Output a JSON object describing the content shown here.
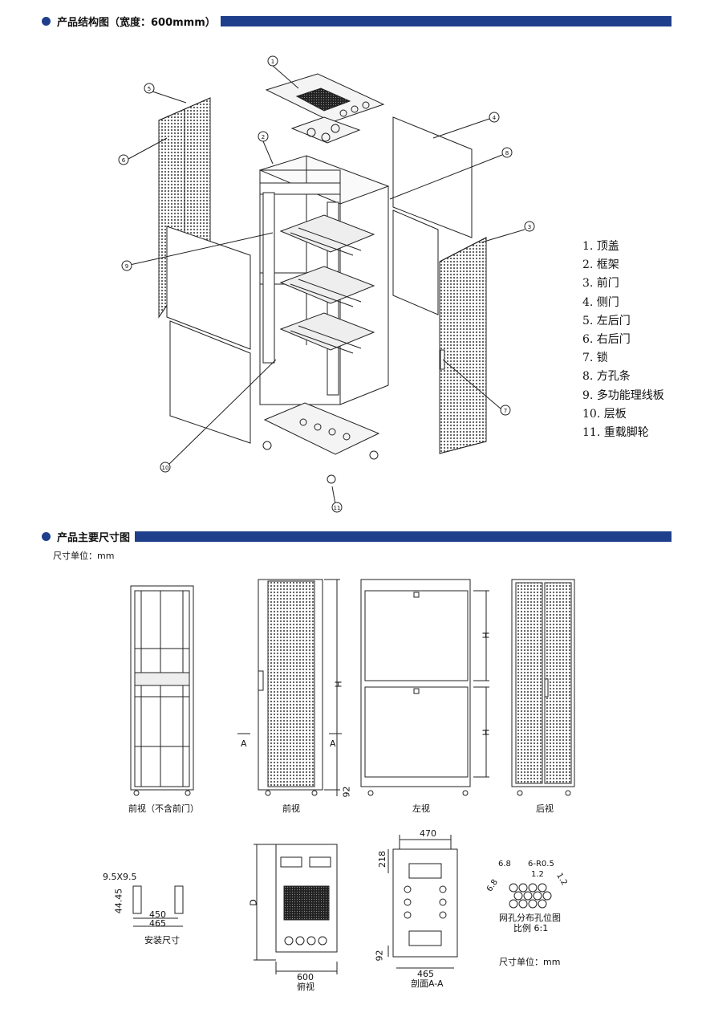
{
  "section1": {
    "title": "产品结构图（宽度：600mmm）"
  },
  "section2": {
    "title": "产品主要尺寸图",
    "unit": "尺寸单位：mm"
  },
  "legend": [
    "1. 顶盖",
    "2. 框架",
    "3. 前门",
    "4. 侧门",
    "5. 左后门",
    "6. 右后门",
    "7. 锁",
    "8. 方孔条",
    "9. 多功能理线板",
    "10. 层板",
    "11. 重载脚轮"
  ],
  "callouts": [
    "1",
    "2",
    "3",
    "4",
    "5",
    "6",
    "7",
    "8",
    "9",
    "10",
    "11"
  ],
  "views": {
    "front_no_door": "前视（不含前门）",
    "front": "前视",
    "left": "左视",
    "rear": "后视",
    "top": "俯视",
    "section": "剖面A-A",
    "mount": "安装尺寸"
  },
  "dims": {
    "H": "H",
    "A": "A",
    "D": "D",
    "d92": "92",
    "d92b": "92",
    "d600": "600",
    "d470": "470",
    "d218": "218",
    "d465b": "465",
    "mount_hole": "9.5X9.5",
    "mount_h": "44.45",
    "mount_450": "450",
    "mount_465": "465",
    "mesh_68a": "6.8",
    "mesh_r": "6-R0.5",
    "mesh_12": "1.2",
    "mesh_68b": "6.8",
    "mesh_12b": "1.2",
    "mesh_title": "网孔分布孔位图",
    "mesh_scale": "比例 6:1",
    "unit_bottom": "尺寸单位：mm"
  }
}
